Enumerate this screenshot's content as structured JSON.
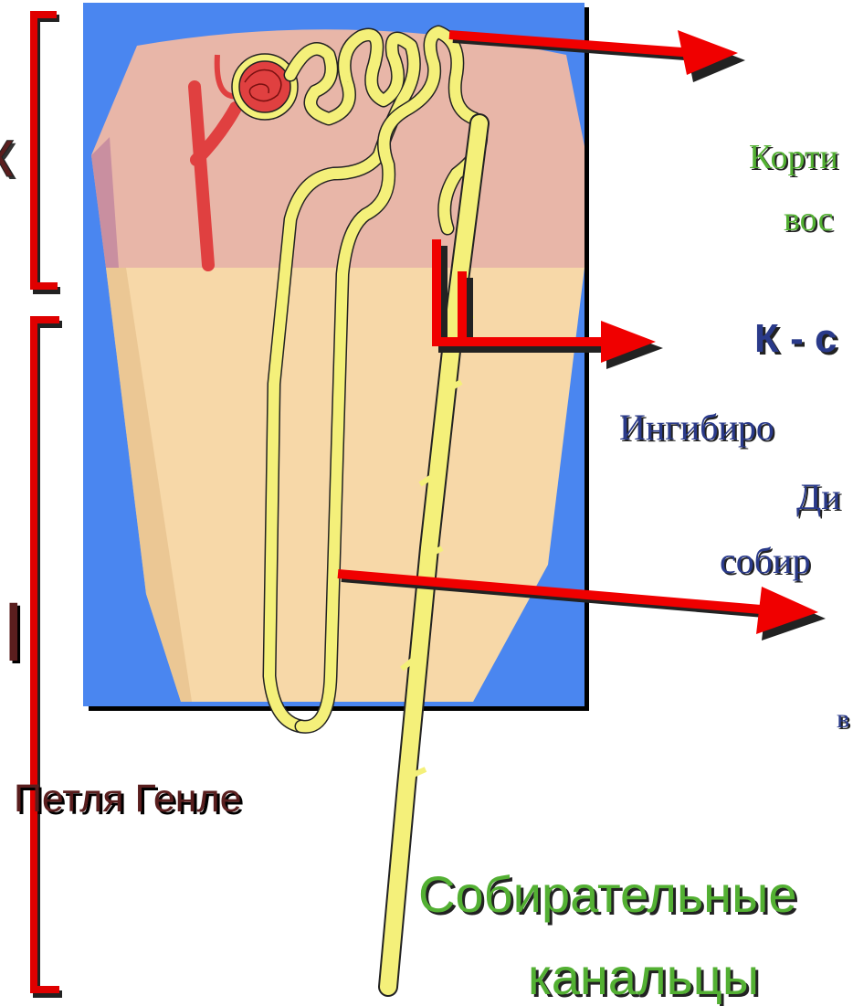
{
  "colors": {
    "panel_blue": "#4a86f0",
    "cortex_pink": "#e8b6a8",
    "medulla_beige": "#f7d8a8",
    "tubule_yellow": "#f4f07a",
    "vessel_red": "#e04040",
    "arrow_red": "#f00000",
    "label_green": "#53b033",
    "label_dark": "#5a1e1e"
  },
  "labels": {
    "side_letter_top": "к",
    "side_letter_mid": "I",
    "loop_of_henle": "Петля Генле",
    "collecting_ducts_line1": "Собирательные",
    "collecting_ducts_line2": "канальцы",
    "cortical_fragment": "Корти",
    "reabsorption_fragment": "вос",
    "k_heading_fragment": "К - с",
    "inhibitor_fragment": "Ингибиро",
    "di_fragment": "Ди",
    "collecting_fragment": "собир",
    "small_fragment": "в"
  }
}
